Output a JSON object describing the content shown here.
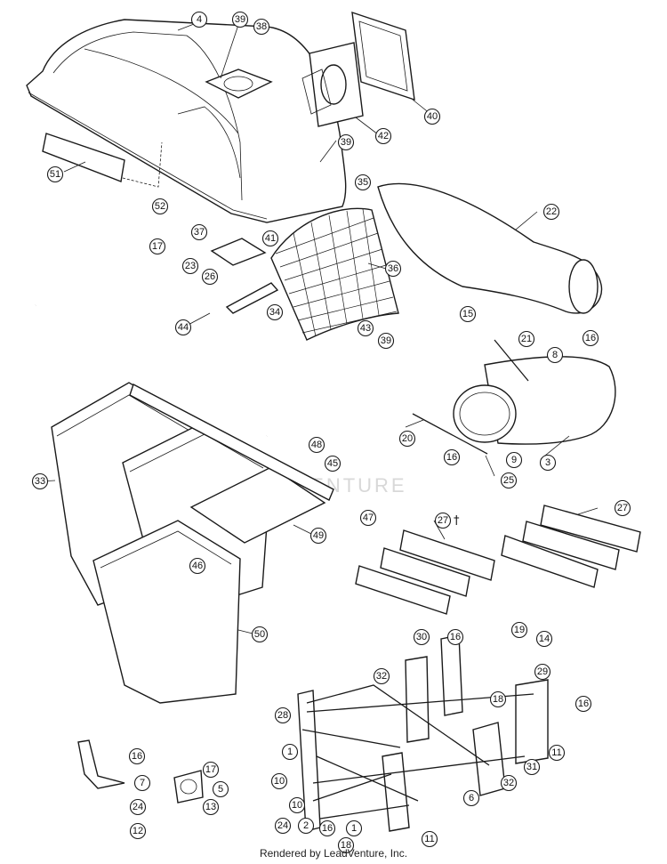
{
  "credit": "Rendered by LeadVenture, Inc.",
  "watermark": "LEADVENTURE",
  "dagger_mark": "†",
  "callouts": [
    "4",
    "39",
    "38",
    "40",
    "42",
    "39",
    "35",
    "22",
    "51",
    "52",
    "37",
    "41",
    "36",
    "17",
    "23",
    "26",
    "34",
    "44",
    "43",
    "39",
    "15",
    "16",
    "21",
    "8",
    "20",
    "9",
    "3",
    "16",
    "25",
    "48",
    "45",
    "47",
    "49",
    "33",
    "46",
    "50",
    "27",
    "27",
    "30",
    "16",
    "19",
    "14",
    "32",
    "29",
    "18",
    "28",
    "16",
    "1",
    "11",
    "31",
    "32",
    "6",
    "10",
    "10",
    "24",
    "2",
    "16",
    "1",
    "18",
    "11",
    "16",
    "7",
    "24",
    "12",
    "17",
    "5",
    "13"
  ]
}
